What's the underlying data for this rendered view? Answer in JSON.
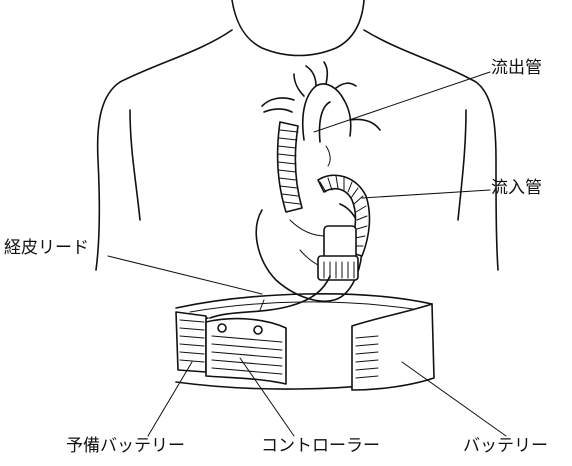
{
  "labels": {
    "outflow_tube": "流出管",
    "inflow_tube": "流入管",
    "percutaneous_lead": "経皮リード",
    "spare_battery": "予備バッテリー",
    "controller": "コントローラー",
    "battery": "バッテリー"
  }
}
